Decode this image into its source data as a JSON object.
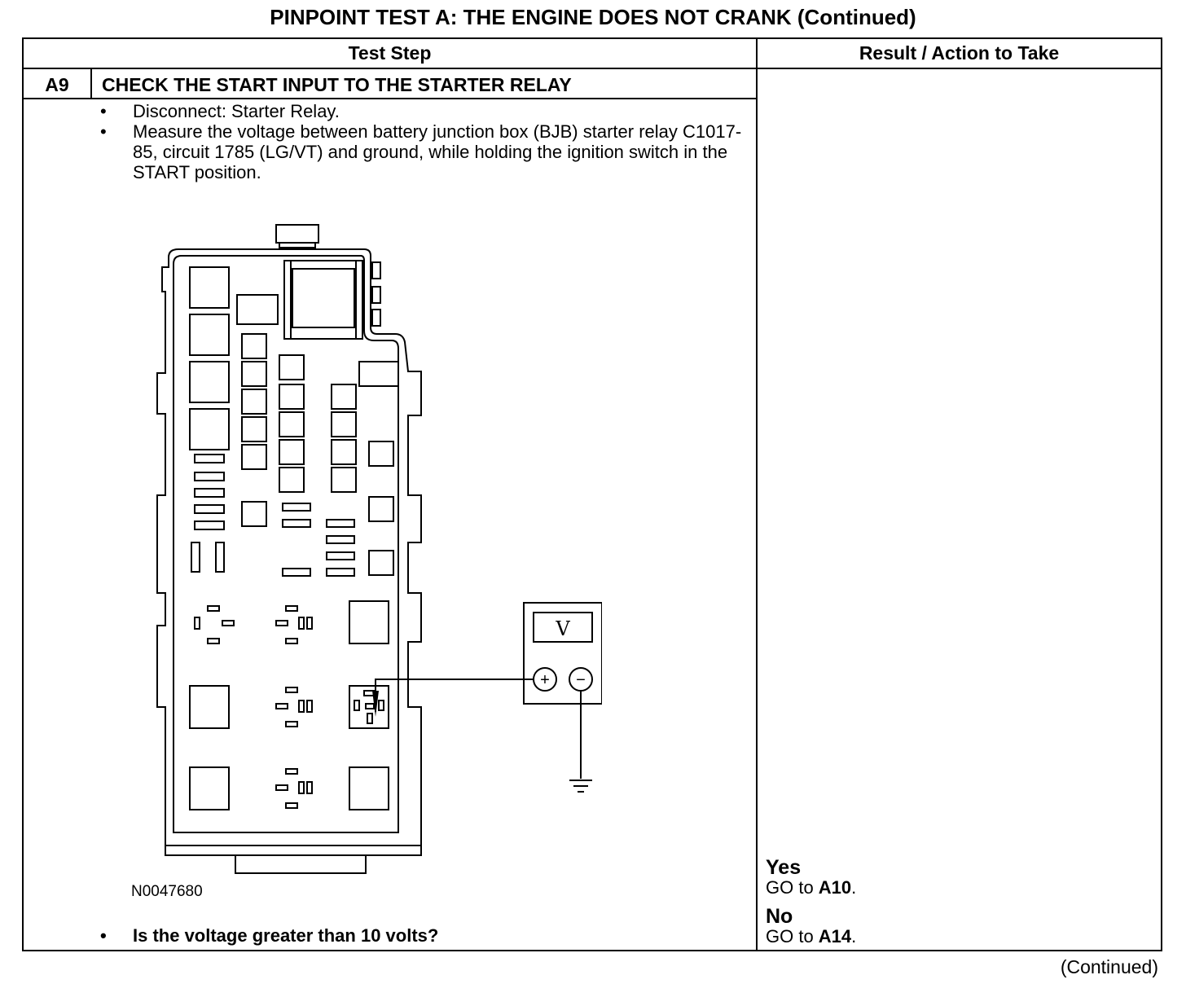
{
  "title": "PINPOINT TEST  A: THE ENGINE DOES NOT CRANK (Continued)",
  "header": {
    "test_step": "Test Step",
    "result_action": "Result / Action to Take"
  },
  "step": {
    "id": "A9",
    "title": "CHECK THE START INPUT TO THE STARTER RELAY",
    "bullets": [
      "Disconnect: Starter Relay.",
      "Measure the voltage between battery junction box (BJB) starter relay C1017-85, circuit 1785 (LG/VT) and ground, while holding the ignition switch in the START position."
    ],
    "figure_id": "N0047680",
    "question": "Is the voltage greater than 10 volts?",
    "meter_symbol": "V",
    "meter_plus": "+",
    "meter_minus": "−"
  },
  "results": [
    {
      "answer": "Yes",
      "action_prefix": "GO to ",
      "target": "A10",
      "suffix": "."
    },
    {
      "answer": "No",
      "action_prefix": "GO to ",
      "target": "A14",
      "suffix": "."
    }
  ],
  "footer": "(Continued)",
  "bullet_glyph": "•"
}
